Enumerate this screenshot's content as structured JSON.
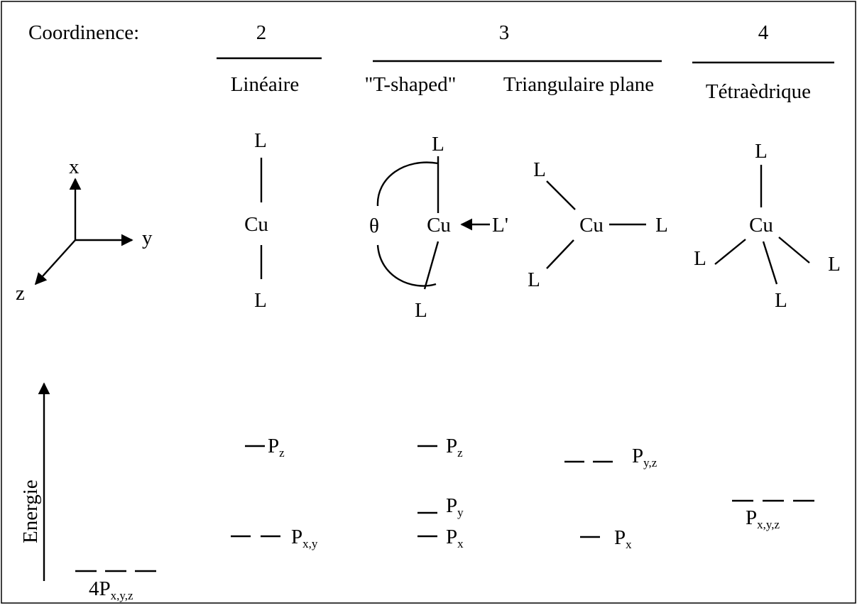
{
  "header": {
    "label": "Coordinence:",
    "numbers": [
      "2",
      "3",
      "4"
    ],
    "geometries": [
      "Linéaire",
      "\"T-shaped\"",
      "Triangulaire plane",
      "Tétraèdrique"
    ]
  },
  "atoms": {
    "metal": "Cu",
    "ligand": "L",
    "ligand_prime": "L'",
    "angle": "θ"
  },
  "axes": {
    "x": "x",
    "y": "y",
    "z": "z"
  },
  "energy": {
    "axis_label": "Energie",
    "free_ion": {
      "main": "4P",
      "sub": "x,y,z"
    },
    "lineaire": [
      {
        "main": "P",
        "sub": "z"
      },
      {
        "main": "P",
        "sub": "x,y"
      }
    ],
    "t_shaped": [
      {
        "main": "P",
        "sub": "z"
      },
      {
        "main": "P",
        "sub": "y"
      },
      {
        "main": "P",
        "sub": "x"
      }
    ],
    "triangulaire": [
      {
        "main": "P",
        "sub": "y,z"
      },
      {
        "main": "P",
        "sub": "x"
      }
    ],
    "tetraedrique": [
      {
        "main": "P",
        "sub": "x,y,z"
      }
    ]
  }
}
